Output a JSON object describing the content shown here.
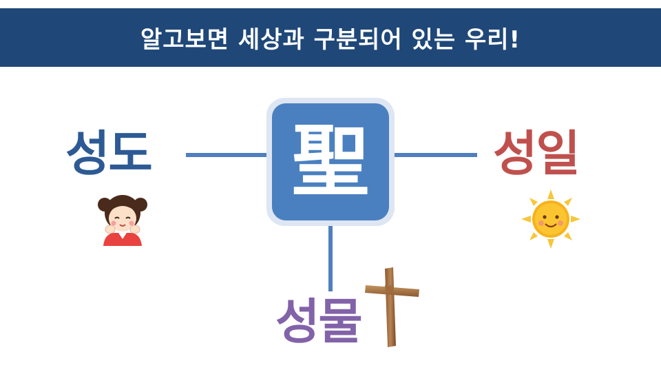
{
  "slide": {
    "title": "알고보면 세상과 구분되어 있는 우리!",
    "center_char": "聖",
    "left_word": "성도",
    "right_word": "성일",
    "bottom_word": "성물"
  },
  "colors": {
    "banner": "#1f4878",
    "center_box": "#4a80c0",
    "connector": "#4f7fbf",
    "left_word": "#2d5a94",
    "right_word": "#c0504d",
    "bottom_word": "#8262a8"
  },
  "icons": {
    "left": "girl-icon",
    "right": "sun-icon",
    "bottom": "cross-icon"
  }
}
